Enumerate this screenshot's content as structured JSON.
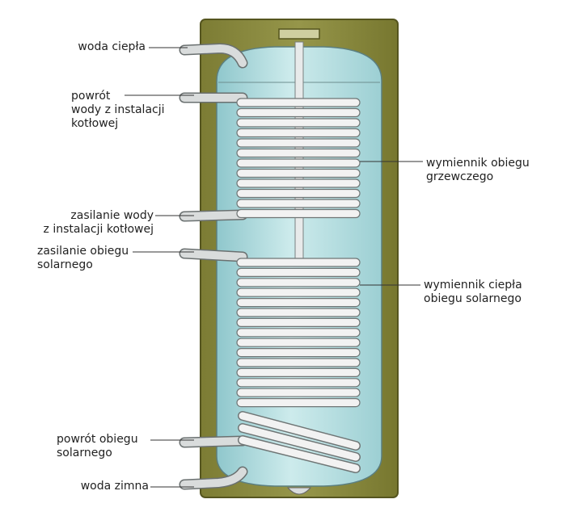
{
  "colors": {
    "insulation": "#8a8a3c",
    "insulation_edge": "#5a5a22",
    "water": "#a9d6d9",
    "water_light": "#d6eeee",
    "coil": "#f2f2f2",
    "coil_edge": "#6f7575",
    "pipe": "#d9dcdc",
    "leader": "#333333"
  },
  "labels": {
    "hot_water": [
      "woda ciepła"
    ],
    "boiler_return": [
      "powrót",
      "wody z instalacji",
      "kotłowej"
    ],
    "boiler_supply": [
      "zasilanie wody",
      "z instalacji kotłowej"
    ],
    "solar_supply": [
      "zasilanie obiegu",
      "solarnego"
    ],
    "solar_return": [
      "powrót obiegu",
      "solarnego"
    ],
    "cold_water": [
      "woda zimna"
    ],
    "heating_exchanger": [
      "wymiennik obiegu",
      "grzewczego"
    ],
    "solar_exchanger": [
      "wymiennik ciepła",
      "obiegu solarnego"
    ]
  }
}
